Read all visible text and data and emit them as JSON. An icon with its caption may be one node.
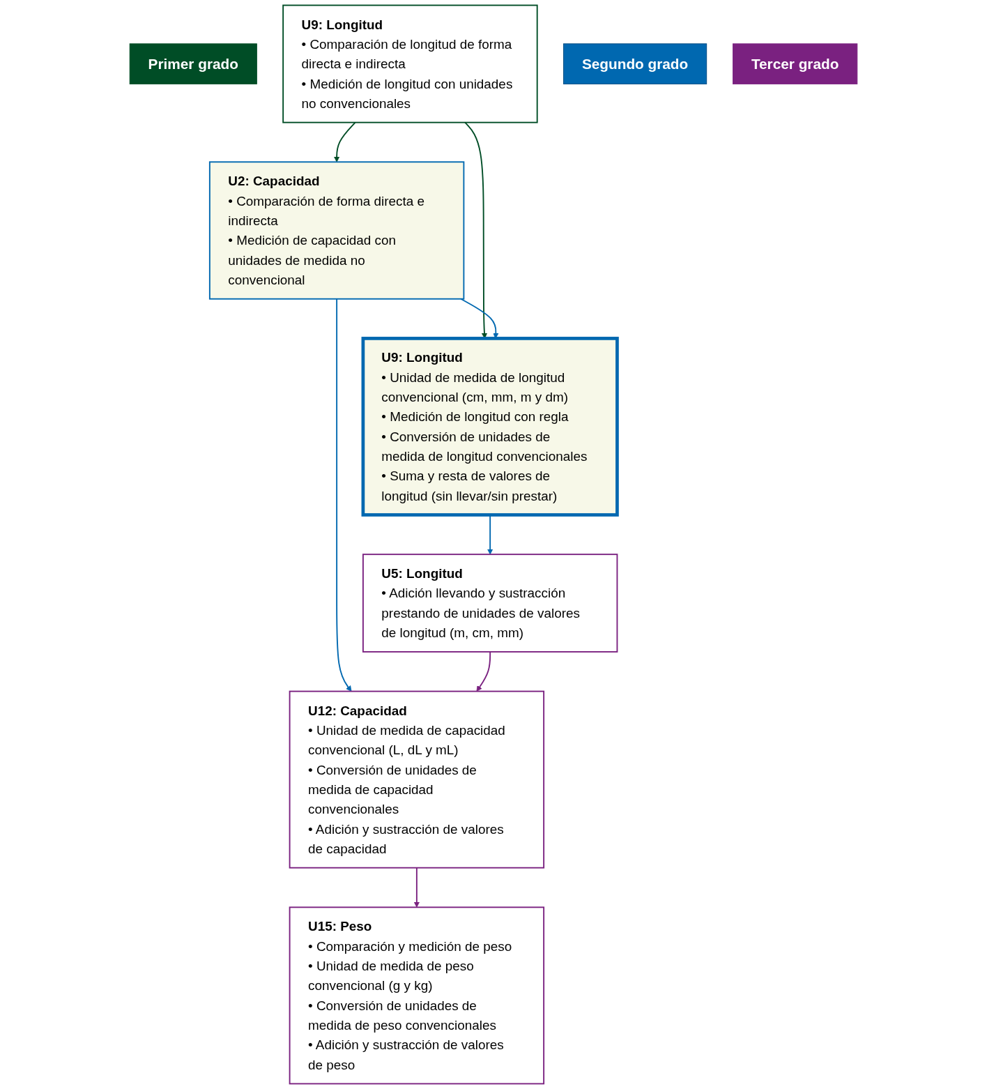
{
  "diagram": {
    "nodes": [
      {
        "text": [
          "Primer grado"
        ]
      },
      {
        "text": [
          "U9: Longitud",
          "• Comparación de longitud de forma directa e indirecta",
          "• Medición de longitud con unidades no convencionales"
        ]
      },
      {
        "text": [
          "Segundo grado"
        ]
      },
      {
        "text": [
          "U2: Capacidad",
          "• Comparación de forma directa e indirecta",
          "• Medición de capacidad con unidades de medida no convencional"
        ]
      },
      {
        "text": [
          "U9: Longitud",
          "• Unidad de medida de longitud convencional (cm, mm, m y dm)",
          "• Medición de longitud con regla",
          "• Conversión de unidades de medida de longitud convencionales",
          "• Suma y resta de valores de longitud (sin llevar/sin prestar)"
        ]
      },
      {
        "text": [
          "Tercer grado"
        ]
      },
      {
        "text": [
          "U5: Longitud",
          "• Adición llevando y sustracción prestando de unidades de valores de longitud (m, cm, mm)"
        ]
      },
      {
        "text": [
          "U12: Capacidad",
          "• Unidad de medida de capacidad convencional (L, dL y mL)",
          "• Conversión de unidades de medida de capacidad convencionales",
          "• Adición y sustracción de valores de capacidad"
        ]
      },
      {
        "text": [
          "U15: Peso",
          "• Comparación y medición de peso",
          "• Unidad de medida de peso convencional (g y kg)",
          "• Conversión de unidades de medida de peso convencionales",
          "• Adición y sustracción de valores de peso"
        ]
      }
    ],
    "edges": [
      {
        "from": 1,
        "to": 3,
        "arrow": "to",
        "color": "#004d26"
      },
      {
        "from": 1,
        "to": 4,
        "arrow": "to",
        "color": "#004d26"
      },
      {
        "from": 3,
        "to": 4,
        "arrow": "to",
        "color": "#0068b0"
      },
      {
        "from": 4,
        "to": 6,
        "arrow": "to",
        "color": "#0068b0"
      },
      {
        "from": 3,
        "to": 7,
        "arrow": "to",
        "color": "#0068b0"
      },
      {
        "from": 6,
        "to": 7,
        "arrow": "to",
        "color": "#7a2180"
      },
      {
        "from": 7,
        "to": 8,
        "arrow": "to",
        "color": "#7a2180"
      }
    ]
  }
}
